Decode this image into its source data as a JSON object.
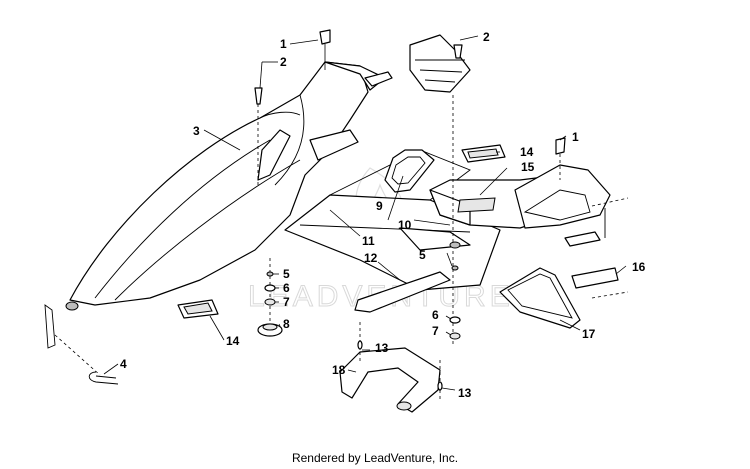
{
  "diagram": {
    "watermark_text": "LEADVENTURE",
    "callouts": {
      "c1a": "1",
      "c1b": "1",
      "c2a": "2",
      "c2b": "2",
      "c3": "3",
      "c4": "4",
      "c5a": "5",
      "c5b": "5",
      "c6a": "6",
      "c6b": "6",
      "c7a": "7",
      "c7b": "7",
      "c8": "8",
      "c9": "9",
      "c10": "10",
      "c11": "11",
      "c12": "12",
      "c13a": "13",
      "c13b": "13",
      "c14a": "14",
      "c14b": "14",
      "c15": "15",
      "c16": "16",
      "c17": "17",
      "c18": "18"
    }
  },
  "footer": {
    "text": "Rendered by LeadVenture, Inc."
  }
}
